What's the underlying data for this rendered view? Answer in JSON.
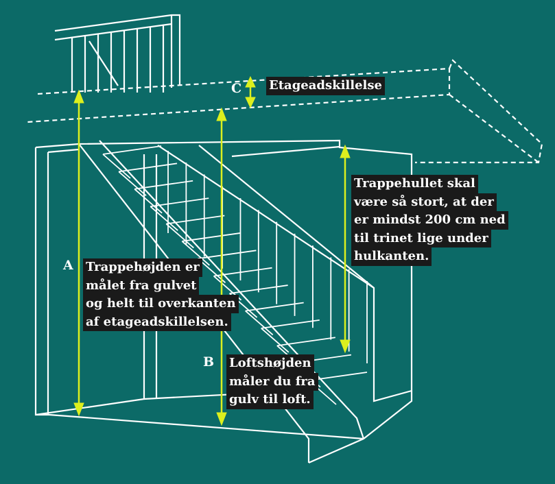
{
  "colors": {
    "background": "#0c6a67",
    "lines": "#ffffff",
    "arrows": "#dcef1e",
    "label_bg": "#1a1a1a"
  },
  "labels": {
    "A": "A",
    "B": "B",
    "C": "C"
  },
  "texts": {
    "etageadskillelse": "Etageadskillelse",
    "trappehullet": [
      "Trappehullet skal",
      "være så stort, at der",
      "er mindst 200 cm ned",
      "til trinet lige under",
      "hulkanten."
    ],
    "trappehojden": [
      "Trappehøjden er",
      "målet fra gulvet",
      "og helt til overkanten",
      "af etageadskillelsen."
    ],
    "loftshojden": [
      "Loftshøjden",
      "måler du fra",
      "gulv til loft."
    ]
  }
}
